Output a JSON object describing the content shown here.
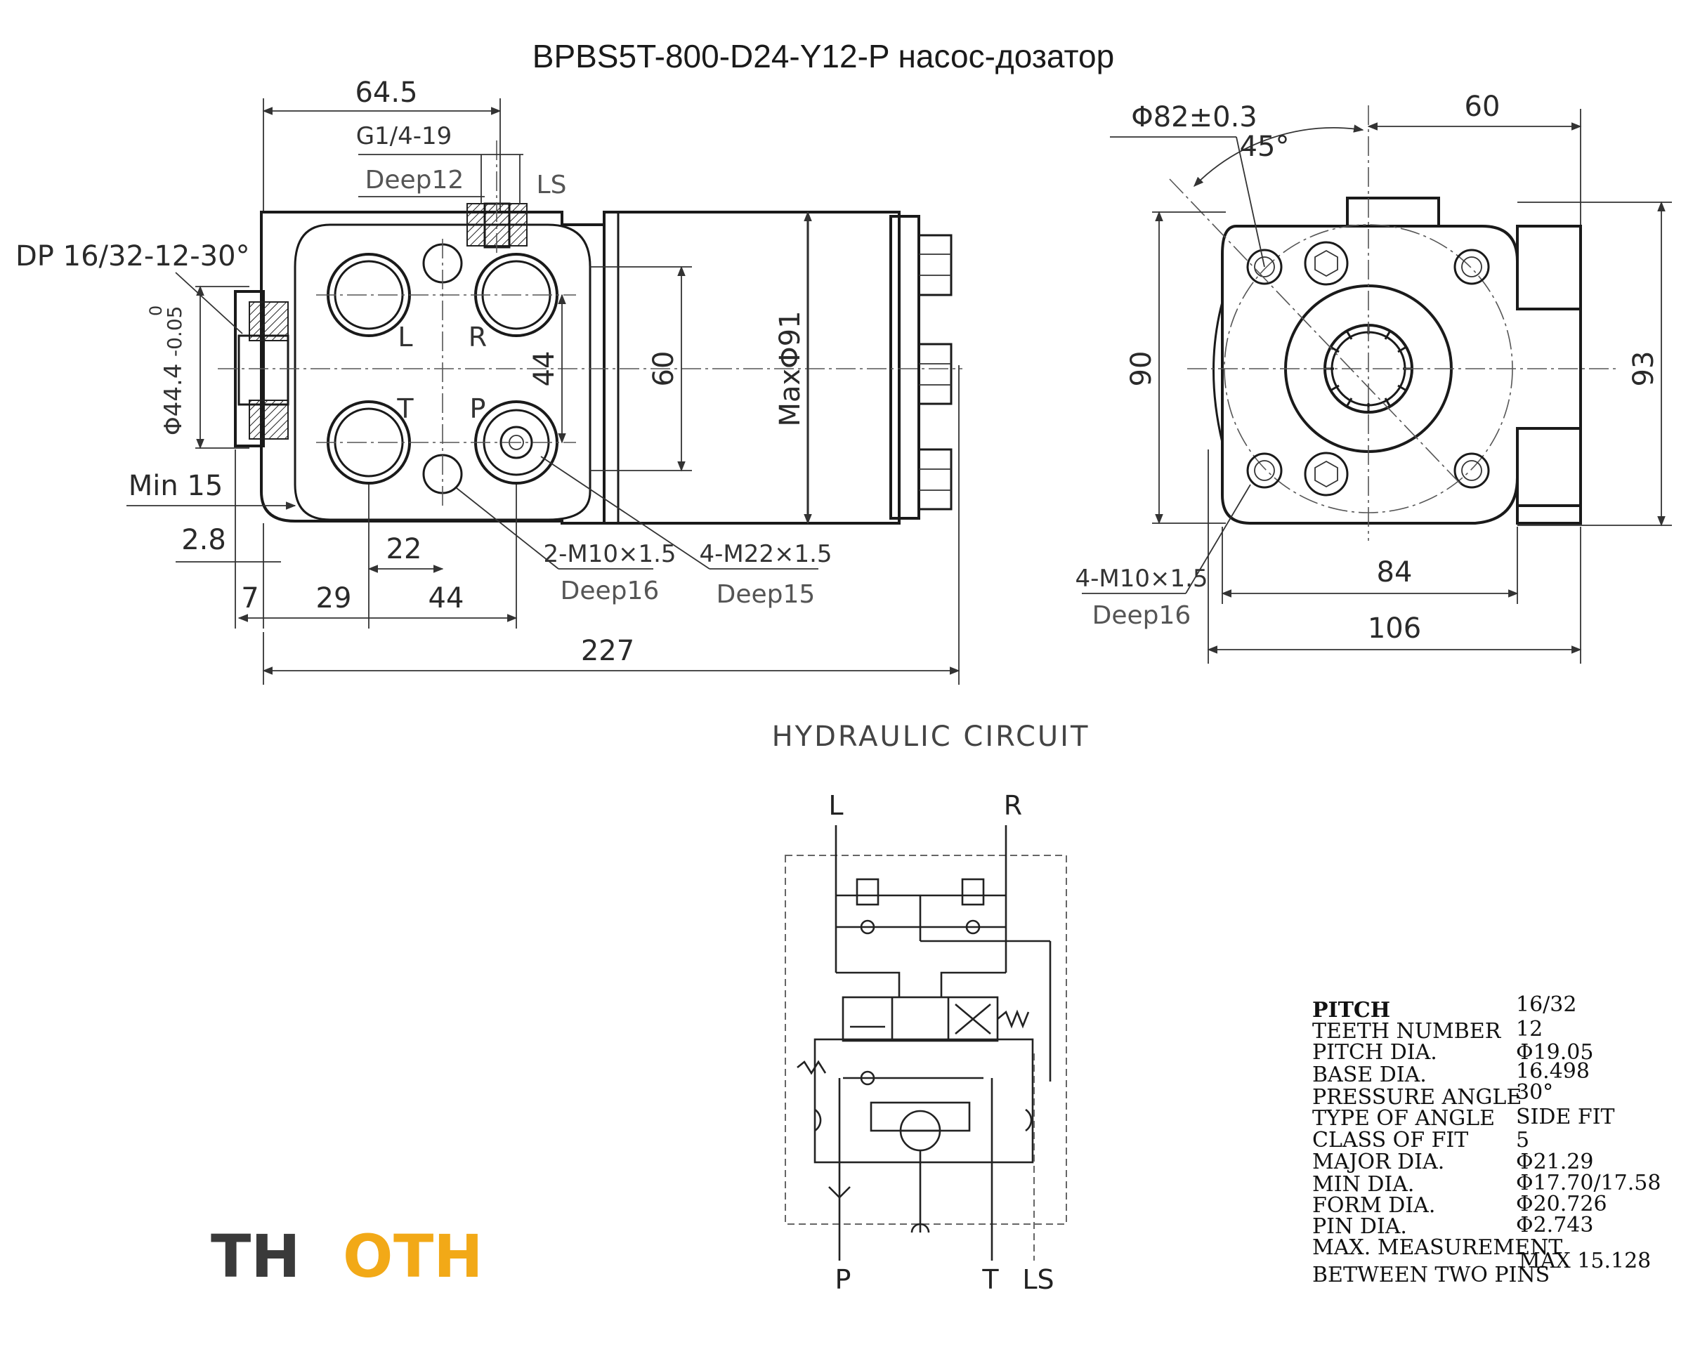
{
  "title": "BPBS5T-800-D24-Y12-P насос-дозатор",
  "side_view": {
    "dims": {
      "d64_5": "64.5",
      "g14": "G1/4-19",
      "deep12": "Deep12",
      "ls": "LS",
      "dp": "DP 16/32-12-30°",
      "dia44": "Φ44.4",
      "tol_upper": "0",
      "tol_lower": "-0.05",
      "min15": "Min 15",
      "d2_8": "2.8",
      "d22": "22",
      "d7": "7",
      "d29": "29",
      "d44": "44",
      "d227": "227",
      "d44v": "44",
      "d60v": "60",
      "maxdia": "MaxΦ91",
      "m10": "2-M10×1.5",
      "deep16": "Deep16",
      "m22": "4-M22×1.5",
      "deep15": "Deep15"
    },
    "ports": {
      "l": "L",
      "r": "R",
      "t": "T",
      "p": "P"
    }
  },
  "front_view": {
    "dims": {
      "dia82": "Φ82±0.3",
      "angle": "45°",
      "d60": "60",
      "d90": "90",
      "d93": "93",
      "m10": "4-M10×1.5",
      "deep16": "Deep16",
      "d84": "84",
      "d106": "106"
    }
  },
  "circuit": {
    "title": "HYDRAULIC CIRCUIT",
    "ports": {
      "l": "L",
      "r": "R",
      "p": "P",
      "t": "T",
      "ls": "LS"
    }
  },
  "spline_table": {
    "rows": [
      {
        "label": "PITCH",
        "value": "16/32"
      },
      {
        "label": "TEETH NUMBER",
        "value": "12"
      },
      {
        "label": "PITCH DIA.",
        "value": "Φ19.05"
      },
      {
        "label": "BASE  DIA.",
        "value": "16.498"
      },
      {
        "label": "PRESSURE ANGLE",
        "value": "30°"
      },
      {
        "label": "TYPE OF ANGLE",
        "value": "SIDE FIT"
      },
      {
        "label": "CLASS OF FIT",
        "value": "5"
      },
      {
        "label": "MAJOR  DIA.",
        "value": "Φ21.29"
      },
      {
        "label": "MIN  DIA.",
        "value": "Φ17.70/17.58"
      },
      {
        "label": "FORM  DIA.",
        "value": "Φ20.726"
      },
      {
        "label": "PIN  DIA.",
        "value": "Φ2.743"
      }
    ],
    "last_label_1": "MAX. MEASUREMENT",
    "last_label_2": "BETWEEN TWO PINS",
    "last_value": "MAX 15.128"
  },
  "logo": {
    "text_a": "TH",
    "text_b": "O",
    "text_c": "TH",
    "color_dark": "#3a3a3a",
    "color_accent": "#f2a917"
  }
}
